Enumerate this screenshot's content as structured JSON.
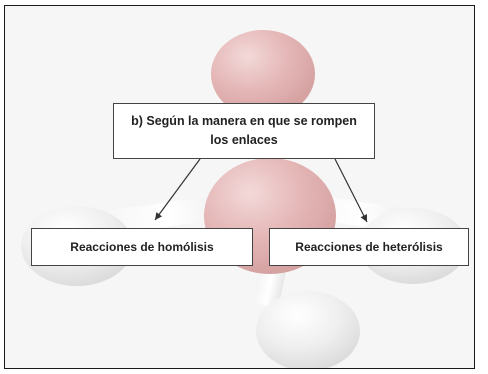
{
  "diagram": {
    "root": {
      "label": "b) Según la manera en que se rompen los enlaces"
    },
    "children": [
      {
        "label": "Reacciones de homólisis"
      },
      {
        "label": "Reacciones de heterólisis"
      }
    ]
  },
  "colors": {
    "frame_border": "#1a1a1a",
    "box_border": "#444444",
    "arrow": "#333333",
    "molecule_red": "#d06060",
    "molecule_white": "#e8e8e8"
  }
}
